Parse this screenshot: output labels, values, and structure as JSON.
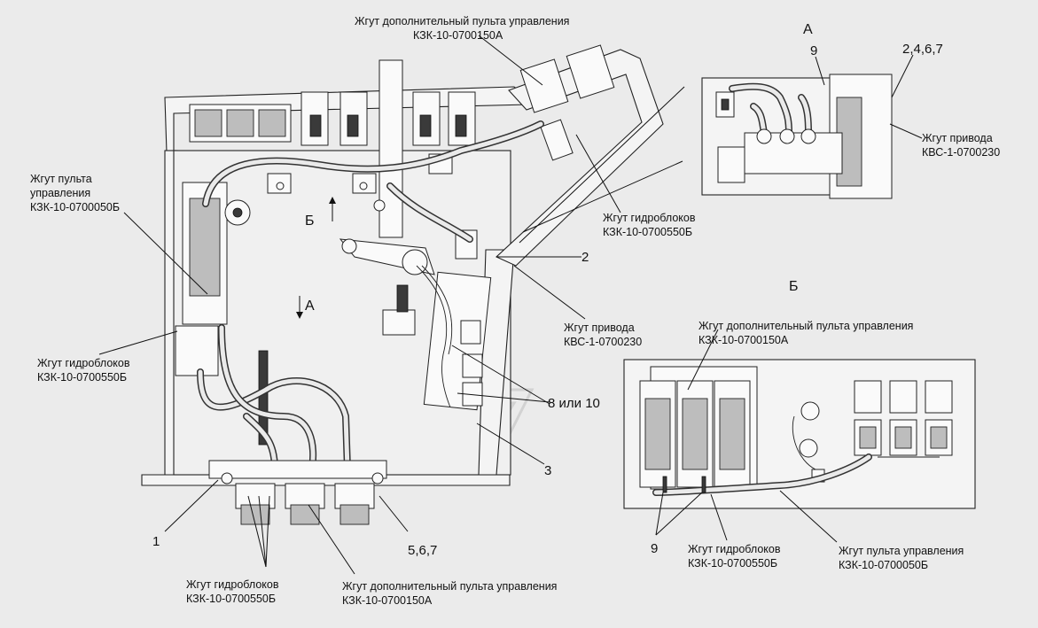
{
  "labels": {
    "top_harness_name": "Жгут дополнительный пульта управления",
    "top_harness_code": "КЗК-10-0700150А",
    "view_a_title": "А",
    "callout_9_top": "9",
    "callout_2467": "2,4,6,7",
    "drive_harness_right_name": "Жгут привода",
    "drive_harness_right_code": "КВС-1-0700230",
    "left_panel_harness_name_1": "Жгут пульта",
    "left_panel_harness_name_2": "управления",
    "left_panel_harness_code": "КЗК-10-0700050Б",
    "hydro_harness_mid_name": "Жгут гидроблоков",
    "hydro_harness_mid_code": "КЗК-10-0700550Б",
    "arrow_b_label": "Б",
    "callout_2": "2",
    "view_b_title": "Б",
    "arrow_a_label": "А",
    "drive_harness_mid_name": "Жгут привода",
    "drive_harness_mid_code": "КВС-1-0700230",
    "aux_harness_right_name": "Жгут дополнительный пульта управления",
    "aux_harness_right_code": "КЗК-10-0700150А",
    "hydro_harness_left_name": "Жгут гидроблоков",
    "hydro_harness_left_code": "КЗК-10-0700550Б",
    "callout_8_10": "8 или 10",
    "callout_3": "3",
    "callout_1": "1",
    "callout_567": "5,6,7",
    "callout_9_bottom": "9",
    "hydro_harness_br_name": "Жгут гидроблоков",
    "hydro_harness_br_code": "КЗК-10-0700550Б",
    "panel_harness_br_name": "Жгут пульта управления",
    "panel_harness_br_code": "КЗК-10-0700050Б",
    "hydro_harness_bottom_name": "Жгут гидроблоков",
    "hydro_harness_bottom_code": "КЗК-10-0700550Б",
    "aux_harness_bottom_name": "Жгут дополнительный пульта управления",
    "aux_harness_bottom_code": "КЗК-10-0700150А"
  }
}
